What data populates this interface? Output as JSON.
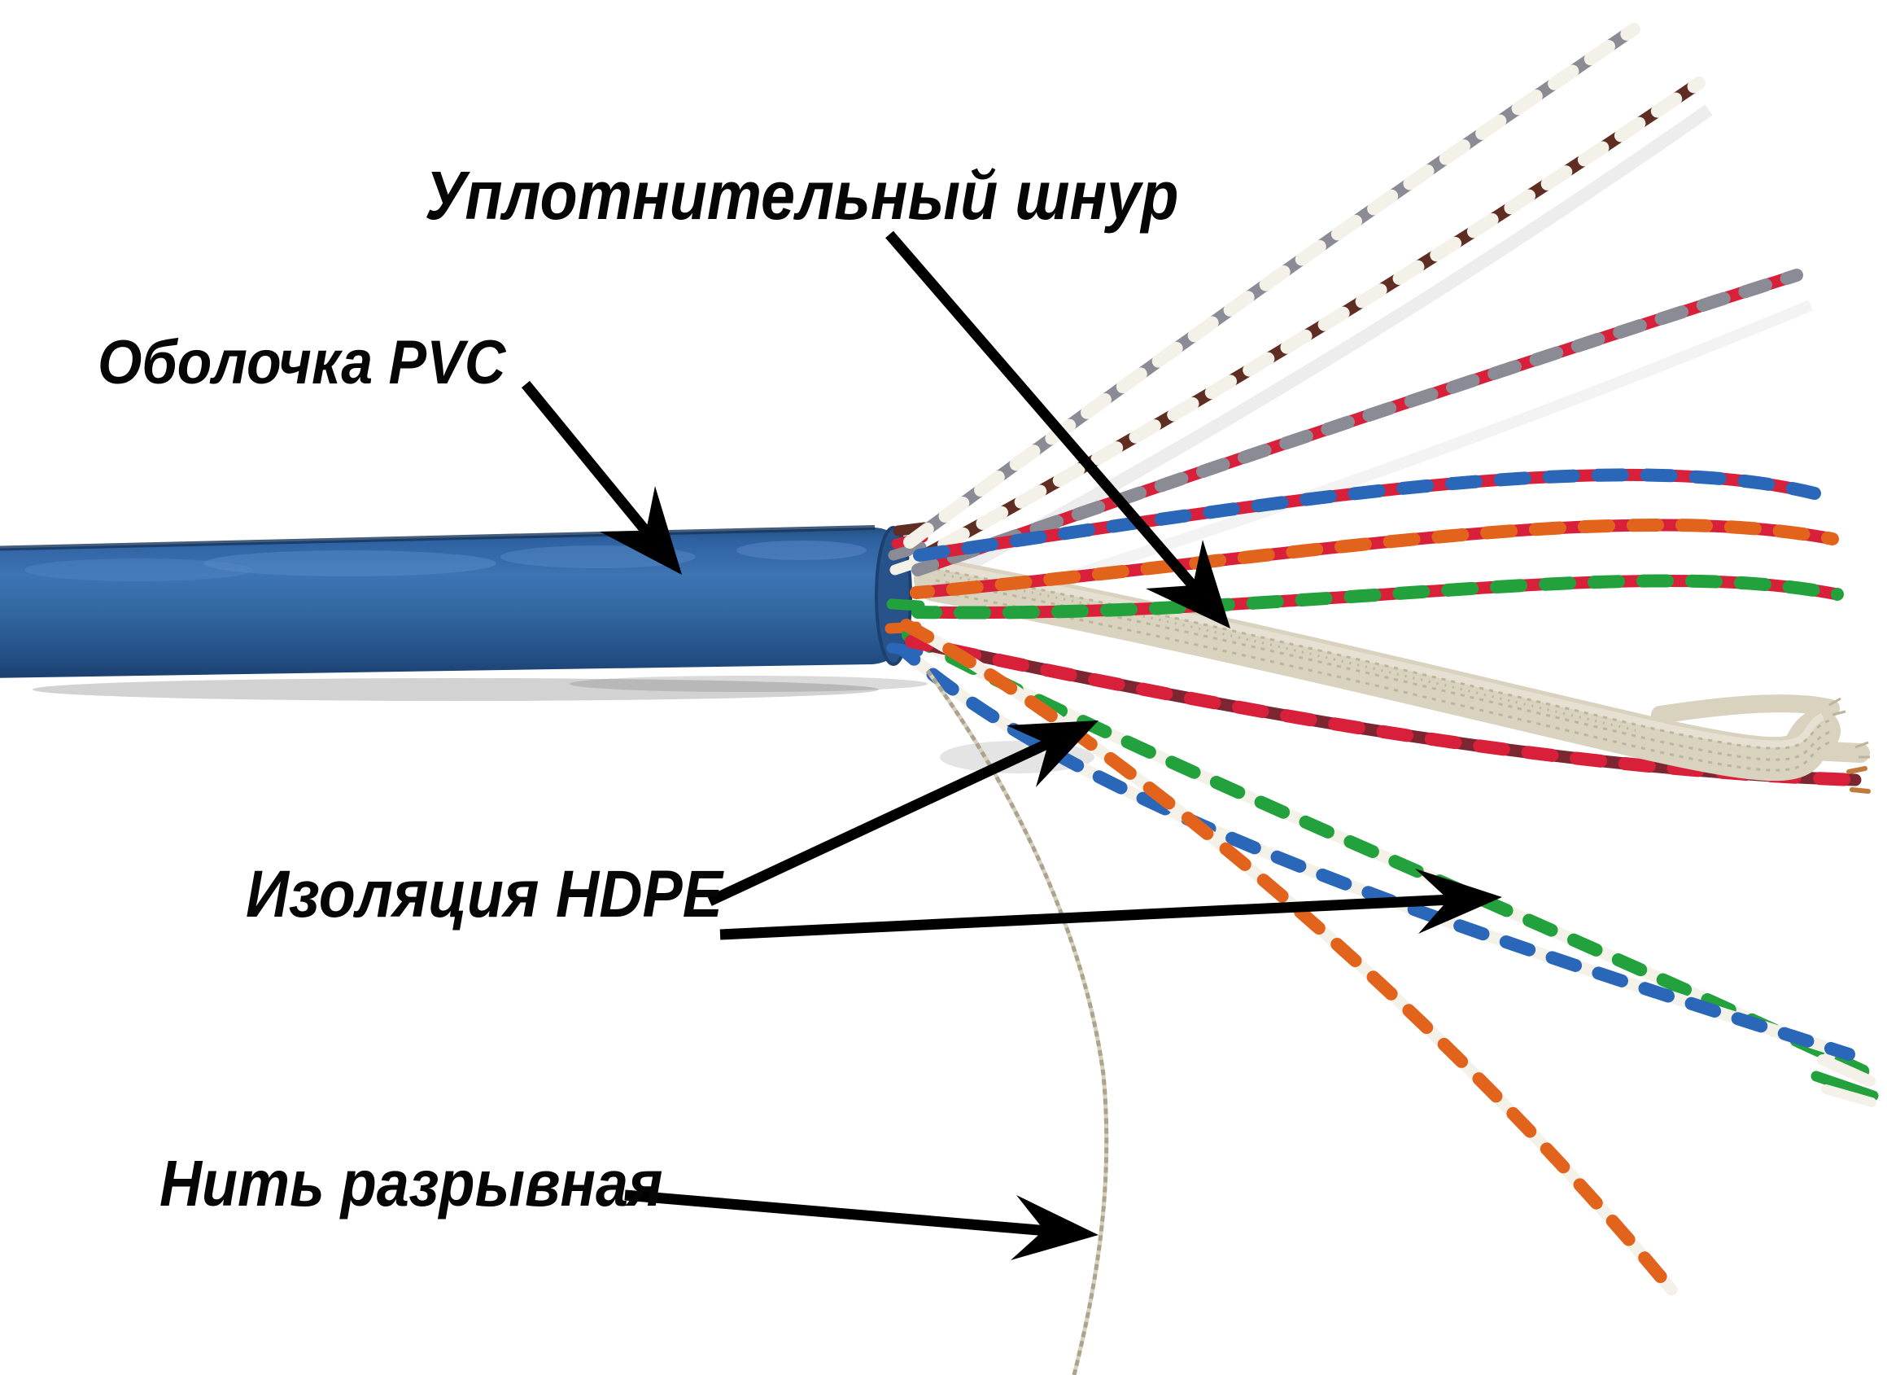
{
  "figure": {
    "type": "annotated-photo-diagram",
    "background": "#ffffff"
  },
  "annotations": {
    "filler_cord": {
      "label": "Уплотнительный шнур"
    },
    "pvc_jacket": {
      "label": "Оболочка PVC"
    },
    "hdpe_insulation": {
      "label": "Изоляция HDPE"
    },
    "rip_cord": {
      "label": "Нить разрывная"
    }
  },
  "wire_pairs": [
    [
      "gray",
      "white"
    ],
    [
      "brown",
      "white"
    ],
    [
      "red",
      "gray"
    ],
    [
      "red",
      "blue"
    ],
    [
      "red",
      "orange"
    ],
    [
      "red",
      "green"
    ],
    [
      "maroon",
      "red"
    ],
    [
      "white",
      "green"
    ],
    [
      "white",
      "blue"
    ],
    [
      "white",
      "orange"
    ]
  ],
  "colors": {
    "arrow": "#000000",
    "text": "#060606",
    "jacket_light": "#4a7fbc",
    "jacket_mid": "#33679f",
    "jacket_dark": "#1c4170",
    "jacket_deep": "#16365c",
    "jacket_hi": "#5d8dc9",
    "cord": "#d8d2bf",
    "cord_shade": "#bdb49b",
    "cord_hi": "#ece8da",
    "thread": "#d6d0bd",
    "thread_shade": "#a39b86",
    "wire_white": "#f4f1e9",
    "wire_gray": "#8b8b95",
    "wire_brown": "#5f2d22",
    "wire_red": "#d8203a",
    "wire_maroon": "#7c2631",
    "wire_blue": "#2b67b8",
    "wire_orange": "#e2641c",
    "wire_green": "#23a13c",
    "copper": "#c07a3a",
    "shadow": "#6b6b6b"
  }
}
